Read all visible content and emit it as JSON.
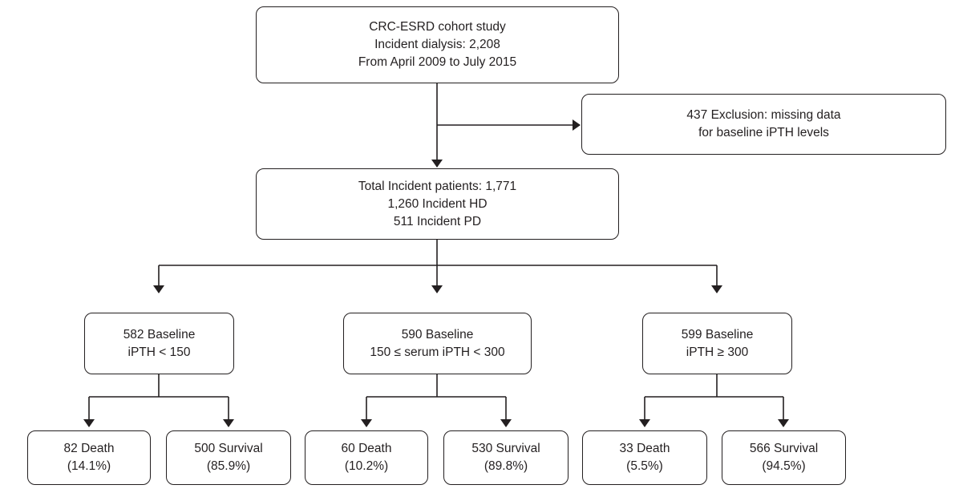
{
  "cohort": {
    "lines": [
      "CRC-ESRD cohort study",
      "Incident dialysis: 2,208",
      "From April 2009 to July 2015"
    ]
  },
  "exclusion": {
    "lines": [
      "437 Exclusion: missing data",
      "for baseline iPTH levels"
    ]
  },
  "total": {
    "lines": [
      "Total Incident patients: 1,771",
      "1,260 Incident HD",
      "511 Incident PD"
    ]
  },
  "groups": [
    {
      "lines": [
        "582 Baseline",
        "iPTH < 150"
      ],
      "death": {
        "lines": [
          "82 Death",
          "(14.1%)"
        ]
      },
      "survival": {
        "lines": [
          "500 Survival",
          "(85.9%)"
        ]
      }
    },
    {
      "lines": [
        "590 Baseline",
        "150 ≤ serum iPTH < 300"
      ],
      "death": {
        "lines": [
          "60 Death",
          "(10.2%)"
        ]
      },
      "survival": {
        "lines": [
          "530 Survival",
          "(89.8%)"
        ]
      }
    },
    {
      "lines": [
        "599 Baseline",
        "iPTH ≥ 300"
      ],
      "death": {
        "lines": [
          "33 Death",
          "(5.5%)"
        ]
      },
      "survival": {
        "lines": [
          "566 Survival",
          "(94.5%)"
        ]
      }
    }
  ]
}
